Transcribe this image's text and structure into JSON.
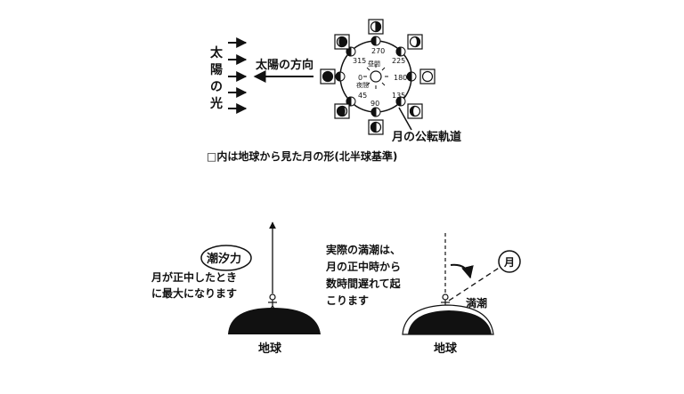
{
  "top": {
    "sun_label": [
      "太",
      "陽",
      "の",
      "光"
    ],
    "direction_label": "太陽の方向",
    "orbit_label": "月の公転軌道",
    "caption": "□内は地球から見た月の形(北半球基準)",
    "center_top_label": "昼間",
    "center_left_label": "夜間",
    "angle_labels": [
      "0",
      "45",
      "90",
      "135",
      "180",
      "225",
      "270",
      "315"
    ]
  },
  "bottom": {
    "left": {
      "bubble": "潮汐力",
      "text_line1": "月が正中したとき",
      "text_line2": "に最大になります",
      "earth_label": "地球"
    },
    "right": {
      "text_line1": "実際の満潮は、",
      "text_line2": "月の正中時から",
      "text_line3": "数時間遅れて起",
      "text_line4": "こります",
      "moon_label": "月",
      "tide_label": "満潮",
      "earth_label": "地球"
    }
  },
  "colors": {
    "ink": "#111111",
    "background": "#ffffff"
  }
}
